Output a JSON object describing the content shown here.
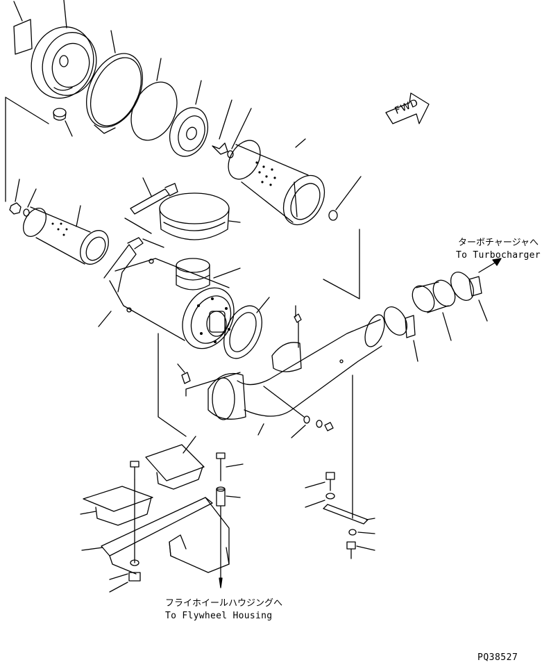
{
  "labels": {
    "turbo_jp": "ターボチャージャへ",
    "turbo_en": "To Turbocharger",
    "flywheel_jp": "フライホイールハウジングへ",
    "flywheel_en": "To Flywheel Housing",
    "fwd": "FWD",
    "drawing_code": "PQ38527"
  },
  "colors": {
    "line": "#000000",
    "background": "#ffffff"
  }
}
